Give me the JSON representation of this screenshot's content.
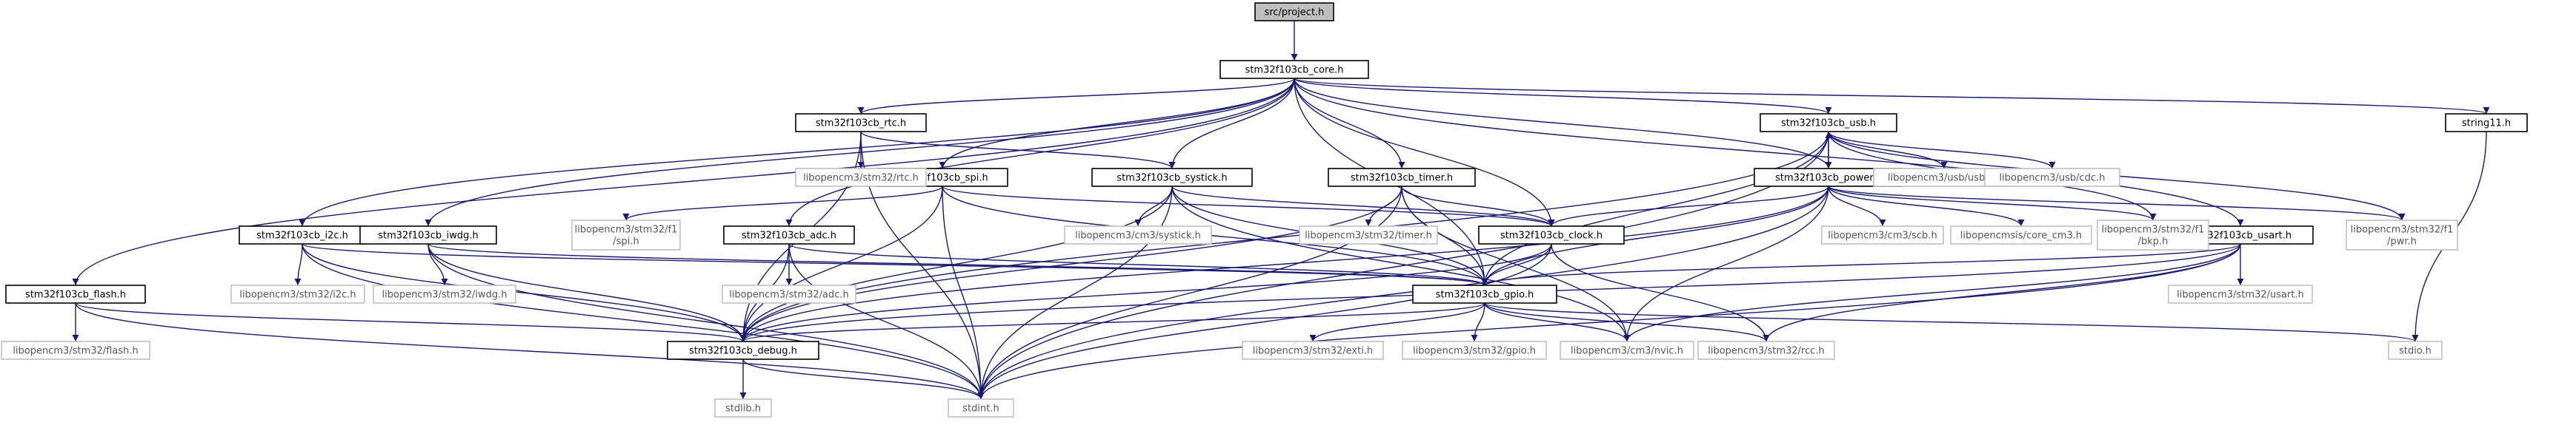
{
  "colors": {
    "edge": "#191970",
    "node_border": "#000000",
    "external_border": "#bfbfbf",
    "root_fill": "#bfbfbf",
    "text": "#000000",
    "external_text": "#555555"
  },
  "nodes": [
    {
      "id": "project",
      "label": "src/project.h",
      "kind": "root"
    },
    {
      "id": "core",
      "label": "stm32f103cb_core.h",
      "kind": "project"
    },
    {
      "id": "rtc",
      "label": "stm32f103cb_rtc.h",
      "kind": "project"
    },
    {
      "id": "usb",
      "label": "stm32f103cb_usb.h",
      "kind": "project"
    },
    {
      "id": "string11",
      "label": "string11.h",
      "kind": "project"
    },
    {
      "id": "spi",
      "label": "stm32f103cb_spi.h",
      "kind": "project"
    },
    {
      "id": "systick",
      "label": "stm32f103cb_systick.h",
      "kind": "project"
    },
    {
      "id": "timer",
      "label": "stm32f103cb_timer.h",
      "kind": "project"
    },
    {
      "id": "power",
      "label": "stm32f103cb_power.h",
      "kind": "project"
    },
    {
      "id": "i2c",
      "label": "stm32f103cb_i2c.h",
      "kind": "project"
    },
    {
      "id": "iwdg",
      "label": "stm32f103cb_iwdg.h",
      "kind": "project"
    },
    {
      "id": "adc",
      "label": "stm32f103cb_adc.h",
      "kind": "project"
    },
    {
      "id": "clock",
      "label": "stm32f103cb_clock.h",
      "kind": "project"
    },
    {
      "id": "usart",
      "label": "stm32f103cb_usart.h",
      "kind": "project"
    },
    {
      "id": "flash",
      "label": "stm32f103cb_flash.h",
      "kind": "project"
    },
    {
      "id": "gpio",
      "label": "stm32f103cb_gpio.h",
      "kind": "project"
    },
    {
      "id": "debug",
      "label": "stm32f103cb_debug.h",
      "kind": "project"
    },
    {
      "id": "ext_rtc",
      "label": "libopencm3/stm32/rtc.h",
      "kind": "external"
    },
    {
      "id": "ext_usbd",
      "label": "libopencm3/usb/usbd.h",
      "kind": "external"
    },
    {
      "id": "ext_cdc",
      "label": "libopencm3/usb/cdc.h",
      "kind": "external"
    },
    {
      "id": "ext_spi",
      "label": "libopencm3/stm32/f1\n/spi.h",
      "kind": "external"
    },
    {
      "id": "ext_cm3systick",
      "label": "libopencm3/cm3/systick.h",
      "kind": "external"
    },
    {
      "id": "ext_timer",
      "label": "libopencm3/stm32/timer.h",
      "kind": "external"
    },
    {
      "id": "ext_scb",
      "label": "libopencm3/cm3/scb.h",
      "kind": "external"
    },
    {
      "id": "ext_corecm3",
      "label": "libopencmsis/core_cm3.h",
      "kind": "external"
    },
    {
      "id": "ext_bkp",
      "label": "libopencm3/stm32/f1\n/bkp.h",
      "kind": "external"
    },
    {
      "id": "ext_pwr",
      "label": "libopencm3/stm32/f1\n/pwr.h",
      "kind": "external"
    },
    {
      "id": "ext_i2c",
      "label": "libopencm3/stm32/i2c.h",
      "kind": "external"
    },
    {
      "id": "ext_iwdg",
      "label": "libopencm3/stm32/iwdg.h",
      "kind": "external"
    },
    {
      "id": "ext_adc",
      "label": "libopencm3/stm32/adc.h",
      "kind": "external"
    },
    {
      "id": "ext_usart",
      "label": "libopencm3/stm32/usart.h",
      "kind": "external"
    },
    {
      "id": "ext_flash",
      "label": "libopencm3/stm32/flash.h",
      "kind": "external"
    },
    {
      "id": "ext_exti",
      "label": "libopencm3/stm32/exti.h",
      "kind": "external"
    },
    {
      "id": "ext_gpio",
      "label": "libopencm3/stm32/gpio.h",
      "kind": "external"
    },
    {
      "id": "ext_nvic",
      "label": "libopencm3/cm3/nvic.h",
      "kind": "external"
    },
    {
      "id": "ext_rcc",
      "label": "libopencm3/stm32/rcc.h",
      "kind": "external"
    },
    {
      "id": "stdio",
      "label": "stdio.h",
      "kind": "external"
    },
    {
      "id": "stdlib",
      "label": "stdlib.h",
      "kind": "external"
    },
    {
      "id": "stdint",
      "label": "stdint.h",
      "kind": "external"
    }
  ],
  "edges": [
    [
      "project",
      "core"
    ],
    [
      "core",
      "rtc"
    ],
    [
      "core",
      "usb"
    ],
    [
      "core",
      "string11"
    ],
    [
      "core",
      "spi"
    ],
    [
      "core",
      "systick"
    ],
    [
      "core",
      "timer"
    ],
    [
      "core",
      "power"
    ],
    [
      "core",
      "i2c"
    ],
    [
      "core",
      "iwdg"
    ],
    [
      "core",
      "adc"
    ],
    [
      "core",
      "clock"
    ],
    [
      "core",
      "usart"
    ],
    [
      "core",
      "flash"
    ],
    [
      "core",
      "gpio"
    ],
    [
      "rtc",
      "ext_rtc"
    ],
    [
      "rtc",
      "systick"
    ],
    [
      "rtc",
      "debug"
    ],
    [
      "rtc",
      "stdint"
    ],
    [
      "usb",
      "ext_usbd"
    ],
    [
      "usb",
      "ext_cdc"
    ],
    [
      "usb",
      "power"
    ],
    [
      "usb",
      "gpio"
    ],
    [
      "usb",
      "debug"
    ],
    [
      "usb",
      "ext_bkp"
    ],
    [
      "usb",
      "ext_pwr"
    ],
    [
      "usb",
      "stdint"
    ],
    [
      "power",
      "usb"
    ],
    [
      "power",
      "clock"
    ],
    [
      "power",
      "ext_scb"
    ],
    [
      "power",
      "ext_corecm3"
    ],
    [
      "power",
      "ext_bkp"
    ],
    [
      "power",
      "ext_pwr"
    ],
    [
      "power",
      "gpio"
    ],
    [
      "power",
      "debug"
    ],
    [
      "power",
      "ext_nvic"
    ],
    [
      "power",
      "stdint"
    ],
    [
      "string11",
      "stdio"
    ],
    [
      "spi",
      "ext_spi"
    ],
    [
      "spi",
      "clock"
    ],
    [
      "spi",
      "gpio"
    ],
    [
      "spi",
      "debug"
    ],
    [
      "spi",
      "stdint"
    ],
    [
      "systick",
      "ext_cm3systick"
    ],
    [
      "systick",
      "clock"
    ],
    [
      "systick",
      "gpio"
    ],
    [
      "systick",
      "ext_nvic"
    ],
    [
      "systick",
      "debug"
    ],
    [
      "systick",
      "stdint"
    ],
    [
      "timer",
      "ext_timer"
    ],
    [
      "timer",
      "clock"
    ],
    [
      "timer",
      "gpio"
    ],
    [
      "timer",
      "debug"
    ],
    [
      "timer",
      "ext_nvic"
    ],
    [
      "timer",
      "stdint"
    ],
    [
      "i2c",
      "ext_i2c"
    ],
    [
      "i2c",
      "gpio"
    ],
    [
      "i2c",
      "debug"
    ],
    [
      "i2c",
      "stdint"
    ],
    [
      "iwdg",
      "ext_iwdg"
    ],
    [
      "iwdg",
      "gpio"
    ],
    [
      "iwdg",
      "debug"
    ],
    [
      "iwdg",
      "stdint"
    ],
    [
      "adc",
      "ext_adc"
    ],
    [
      "adc",
      "gpio"
    ],
    [
      "adc",
      "debug"
    ],
    [
      "adc",
      "stdint"
    ],
    [
      "clock",
      "gpio"
    ],
    [
      "clock",
      "ext_rcc"
    ],
    [
      "clock",
      "debug"
    ],
    [
      "clock",
      "stdint"
    ],
    [
      "usart",
      "gpio"
    ],
    [
      "usart",
      "ext_usart"
    ],
    [
      "usart",
      "ext_nvic"
    ],
    [
      "usart",
      "ext_rcc"
    ],
    [
      "usart",
      "debug"
    ],
    [
      "usart",
      "stdint"
    ],
    [
      "flash",
      "ext_flash"
    ],
    [
      "flash",
      "debug"
    ],
    [
      "flash",
      "stdint"
    ],
    [
      "gpio",
      "ext_exti"
    ],
    [
      "gpio",
      "ext_gpio"
    ],
    [
      "gpio",
      "ext_nvic"
    ],
    [
      "gpio",
      "ext_rcc"
    ],
    [
      "gpio",
      "debug"
    ],
    [
      "gpio",
      "stdio"
    ],
    [
      "debug",
      "stdlib"
    ],
    [
      "debug",
      "stdint"
    ]
  ]
}
